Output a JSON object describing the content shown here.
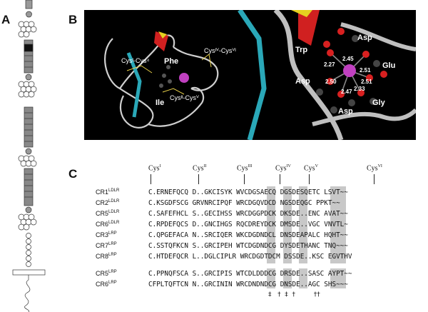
{
  "panels": {
    "a": "A",
    "b": "B",
    "c": "C"
  },
  "panel_b": {
    "left": {
      "cys_i_vi": "Cysᴵ-Cys⁴",
      "phe": "Phe",
      "ile": "Ile",
      "cys_iv_vi": "Cysᴵⱽ-Cysⱽᴵ",
      "cys_ii_v": "Cysᴵᴵ-Cysⱽ"
    },
    "right": {
      "trp": "Trp",
      "asp1": "Asp",
      "glu": "Glu",
      "asp2": "Asp",
      "gly": "Gly",
      "asp3": "Asp",
      "distances": [
        "2.45",
        "2.27",
        "2.51",
        "2.50",
        "2.51",
        "2.47",
        "2.33"
      ]
    }
  },
  "panel_c": {
    "cys_labels": [
      {
        "base": "Cys",
        "sup": "I"
      },
      {
        "base": "Cys",
        "sup": "II"
      },
      {
        "base": "Cys",
        "sup": "III"
      },
      {
        "base": "Cys",
        "sup": "IV"
      },
      {
        "base": "Cys",
        "sup": "V"
      },
      {
        "base": "Cys",
        "sup": "VI"
      }
    ],
    "rows": [
      {
        "name": "CR1",
        "sup": "LDLR",
        "seq": "C.ERNEFQCQ D..GKCISYK WVCDGSAECQ DGSDESQETC LSVT~~"
      },
      {
        "name": "CR2",
        "sup": "LDLR",
        "seq": "C.KSGDFSCG GRVNRCIPQF WRCDGQVDCD NGSDEQGC PPKT~~"
      },
      {
        "name": "CR5",
        "sup": "LDLR",
        "seq": "C.SAFEFHCL S..GECIHSS WRCDGGPDCK DKSDE..ENC AVAT~~"
      },
      {
        "name": "CR6",
        "sup": "LDLR",
        "seq": "C.RPDEFQCS D..GNCIHGS RQCDREYDCK DMSDE..VGC VNVTL~"
      },
      {
        "name": "CR3",
        "sup": "LRP",
        "seq": "C.QPGEFACA N..SRCIQER WKCDGDNDCL DNSDEAPALC HQHT~~"
      },
      {
        "name": "CR7",
        "sup": "LRP",
        "seq": "C.SSTQFKCN S..GRCIPEH WTCDGDNDCG DYSDETHANC TNQ~~~"
      },
      {
        "name": "CR8",
        "sup": "LRP",
        "seq": "C.HTDEFQCR L..DGLCIPLR WRCDGDTDCM DSSDE..KSC EGVTHV"
      },
      {
        "name": "CR5",
        "sup": "LRP",
        "seq": "C.PPNQFSCA S..GRCIPIS WTCDLDDDCG DRSDE..SASC AYPT~~"
      },
      {
        "name": "CR6",
        "sup": "LRP",
        "seq": "CFPLTQFTCN N..GRCININ WRCDNDNDCG DNSDE..AGC SHS~~~"
      }
    ],
    "footnote_marks": "‡   †  ‡  †         ††"
  }
}
